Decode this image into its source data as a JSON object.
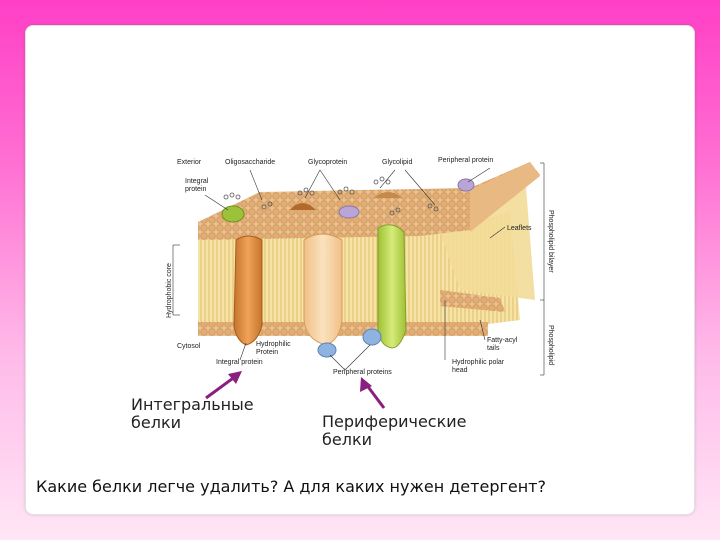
{
  "diagram": {
    "labels": {
      "exterior": "Exterior",
      "oligosaccharide": "Oligosaccharide",
      "glycoprotein": "Glycoprotein",
      "glycolipid": "Glycolipid",
      "peripheral_protein_top": "Peripheral protein",
      "integral_protein_top": "Integral",
      "integral_protein_top2": "protein",
      "hydrophobic_core": "Hydrophobic core",
      "leaflets": "Leaflets",
      "phospholipid_bilayer": "Phospholipid bilayer",
      "cytosol": "Cytosol",
      "hydrophilic_protein_1": "Hydrophilic",
      "hydrophilic_protein_2": "Protein",
      "integral_protein_bottom": "Integral protein",
      "peripheral_proteins_bottom": "Peripheral proteins",
      "fatty_acyl_1": "Fatty-acyl",
      "fatty_acyl_2": "tails",
      "hydrophilic_polar_1": "Hydrophilic polar",
      "hydrophilic_polar_2": "head",
      "phospholipid": "Phospholipid"
    },
    "colors": {
      "head_groups": "#e3b27a",
      "tails": "#f3d98a",
      "integral_protein": "#d98a3d",
      "glyco_protein": "#f4c894",
      "green_protein": "#b8d64a",
      "peripheral_purple": "#b9a5d6",
      "peripheral_blue": "#8fb3e0",
      "arrows": "#8b1f7f"
    }
  },
  "annotations": {
    "integral_1": "Интегральные",
    "integral_2": "белки",
    "peripheral_1": "Периферические",
    "peripheral_2": "белки"
  },
  "question": "Какие белки легче удалить? А для каких нужен детергент?"
}
